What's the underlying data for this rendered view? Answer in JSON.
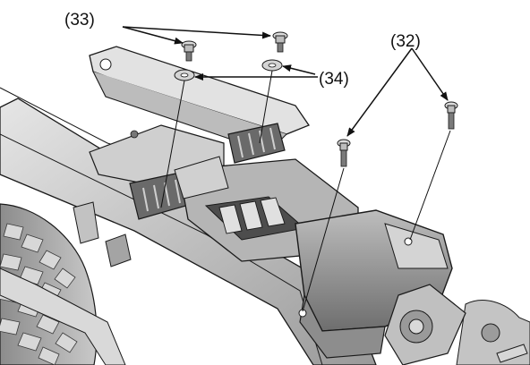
{
  "labels": {
    "bolt_33": "(33)",
    "washer_34": "(34)",
    "bolt_32": "(32)"
  },
  "colors": {
    "part_light": "#d2d2d2",
    "part_mid": "#a9a9a9",
    "part_dark": "#4a4a4a",
    "outline": "#1a1a1a",
    "leader": "#111111",
    "background": "#ffffff"
  }
}
